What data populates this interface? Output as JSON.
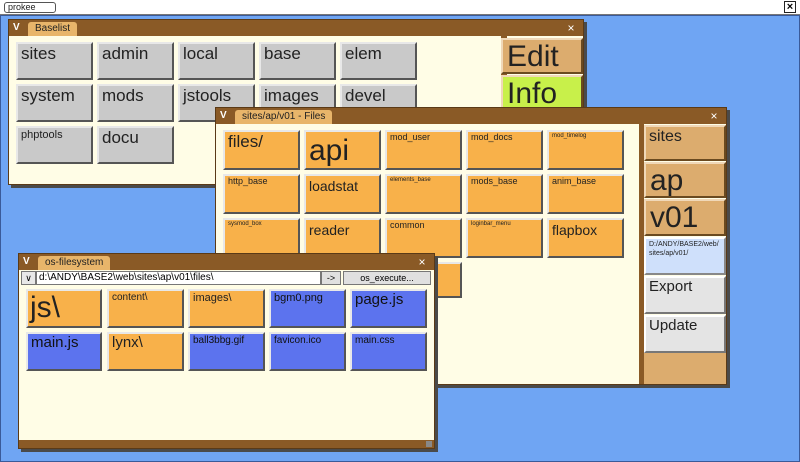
{
  "app": {
    "title": "prokee",
    "close_icon": "×"
  },
  "baselist": {
    "title": "Baselist",
    "logo": "V",
    "close": "×",
    "items": [
      "sites",
      "admin",
      "local",
      "base",
      "elem",
      "system",
      "mods",
      "jstools",
      "images",
      "devel",
      "phptools",
      "docu"
    ],
    "edit_label": "Edit",
    "info_label": "Info"
  },
  "files": {
    "title": "sites/ap/v01 - Files",
    "logo": "V",
    "close": "×",
    "items": [
      "files/",
      "api",
      "mod_user",
      "mod_docs",
      "mod_timelog",
      "http_base",
      "loadstat",
      "elements_base",
      "mods_base",
      "anim_base",
      "sysmod_box",
      "reader",
      "common",
      "loginbar_menu",
      "flapbox"
    ],
    "side": {
      "sites": "sites",
      "ap": "ap",
      "v01": "v01",
      "path": "D:/ANDY/BASE2/web/sites/ap/v01/",
      "export": "Export",
      "update": "Update"
    }
  },
  "osfs": {
    "title": "os-filesystem",
    "logo": "V",
    "close": "×",
    "path_value": "d:\\ANDY\\BASE2\\web\\sites\\ap\\v01\\files\\",
    "dropdown_icon": "∨",
    "arrow_label": "->",
    "execute_label": "os_execute...",
    "items": [
      "js\\",
      "content\\",
      "images\\",
      "bgm0.png",
      "page.js",
      "main.js",
      "lynx\\",
      "ball3bbg.gif",
      "favicon.ico",
      "main.css"
    ]
  },
  "colors": {
    "desktop": "#6fa5f3",
    "folder": "#f8b14a",
    "file": "#5c73ee",
    "titlebar": "#8a5a26",
    "edit": "#dcac6e",
    "info": "#c8f04a"
  }
}
